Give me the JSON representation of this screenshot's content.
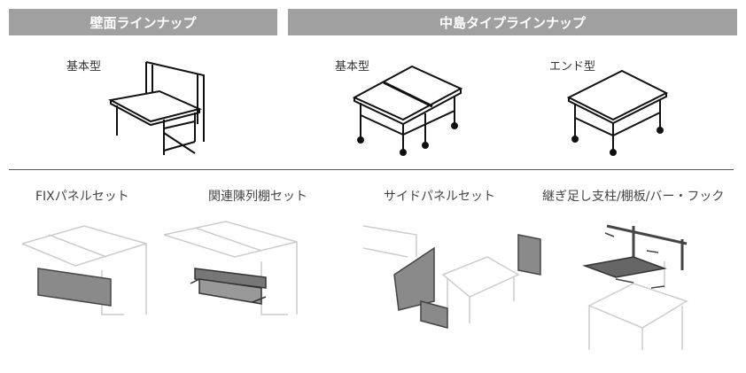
{
  "headers": {
    "wall": "壁面ラインナップ",
    "island": "中島タイプラインナップ"
  },
  "wall_items": [
    {
      "label": "基本型"
    }
  ],
  "island_items": [
    {
      "label": "基本型"
    },
    {
      "label": "エンド型"
    }
  ],
  "options": [
    {
      "label": "FIXパネルセット"
    },
    {
      "label": "関連陳列棚セット"
    },
    {
      "label": "サイドパネルセット"
    },
    {
      "label": "継ぎ足し支柱/棚板/バー・フック"
    }
  ],
  "colors": {
    "header_bg": "#a0a0a0",
    "panel_gray": "#8a8a8a"
  }
}
